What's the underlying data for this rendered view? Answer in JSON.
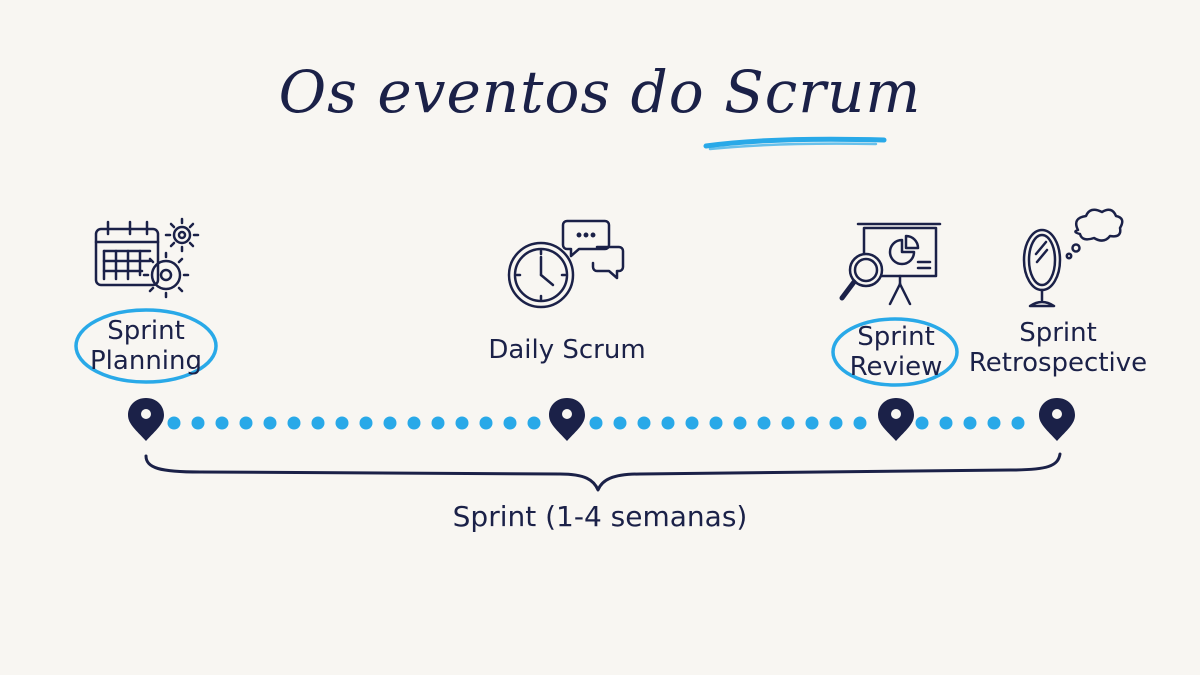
{
  "title": {
    "prefix": "Os eventos do",
    "accent": "Scrum"
  },
  "colors": {
    "ink": "#1b2148",
    "accent": "#29a9e8",
    "background": "#f8f6f2"
  },
  "events": [
    {
      "line1": "Sprint",
      "line2": "Planning",
      "icon": "calendar-gears-icon",
      "highlighted": true
    },
    {
      "line1": "Daily Scrum",
      "line2": "",
      "icon": "clock-chat-icon",
      "highlighted": false
    },
    {
      "line1": "Sprint",
      "line2": "Review",
      "icon": "presentation-magnifier-icon",
      "highlighted": true
    },
    {
      "line1": "Sprint",
      "line2": "Retrospective",
      "icon": "mirror-thought-icon",
      "highlighted": false
    }
  ],
  "sprint_label": "Sprint (1-4 semanas)"
}
